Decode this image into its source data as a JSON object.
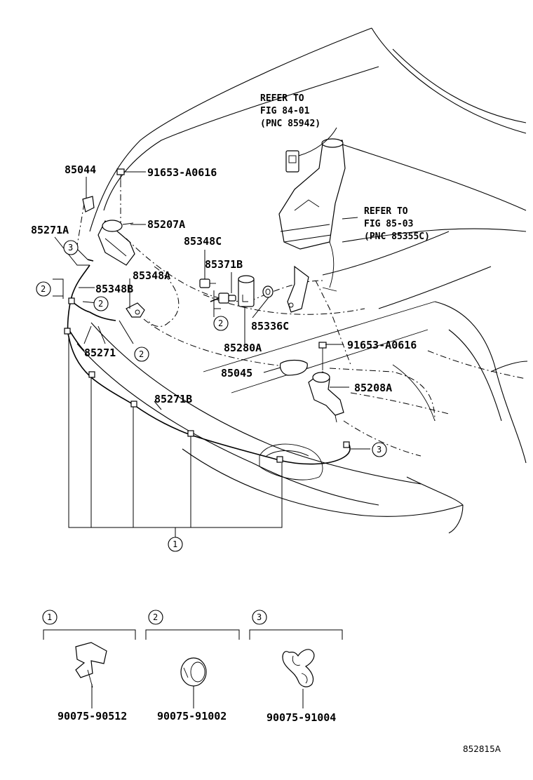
{
  "diagram": {
    "part_numbers": {
      "p85044": "85044",
      "p91653_top": "91653-A0616",
      "p85271A": "85271A",
      "p85207A": "85207A",
      "p85348C": "85348C",
      "p85371B": "85371B",
      "p85348A": "85348A",
      "p85348B": "85348B",
      "p85336C": "85336C",
      "p85271": "85271",
      "p85280A": "85280A",
      "p91653_right": "91653-A0616",
      "p85045": "85045",
      "p85208A": "85208A",
      "p85271B": "85271B"
    },
    "refer_1": {
      "line1": "REFER TO",
      "line2": "FIG 84-01",
      "line3": "(PNC 85942)"
    },
    "refer_2": {
      "line1": "REFER TO",
      "line2": "FIG 85-03",
      "line3": "(PNC 85355C)"
    },
    "callouts": {
      "c1": "1",
      "c2": "2",
      "c3": "3"
    },
    "legend": [
      {
        "num": "1",
        "part": "90075-90512"
      },
      {
        "num": "2",
        "part": "90075-91002"
      },
      {
        "num": "3",
        "part": "90075-91004"
      }
    ],
    "figure_code": "852815A"
  }
}
